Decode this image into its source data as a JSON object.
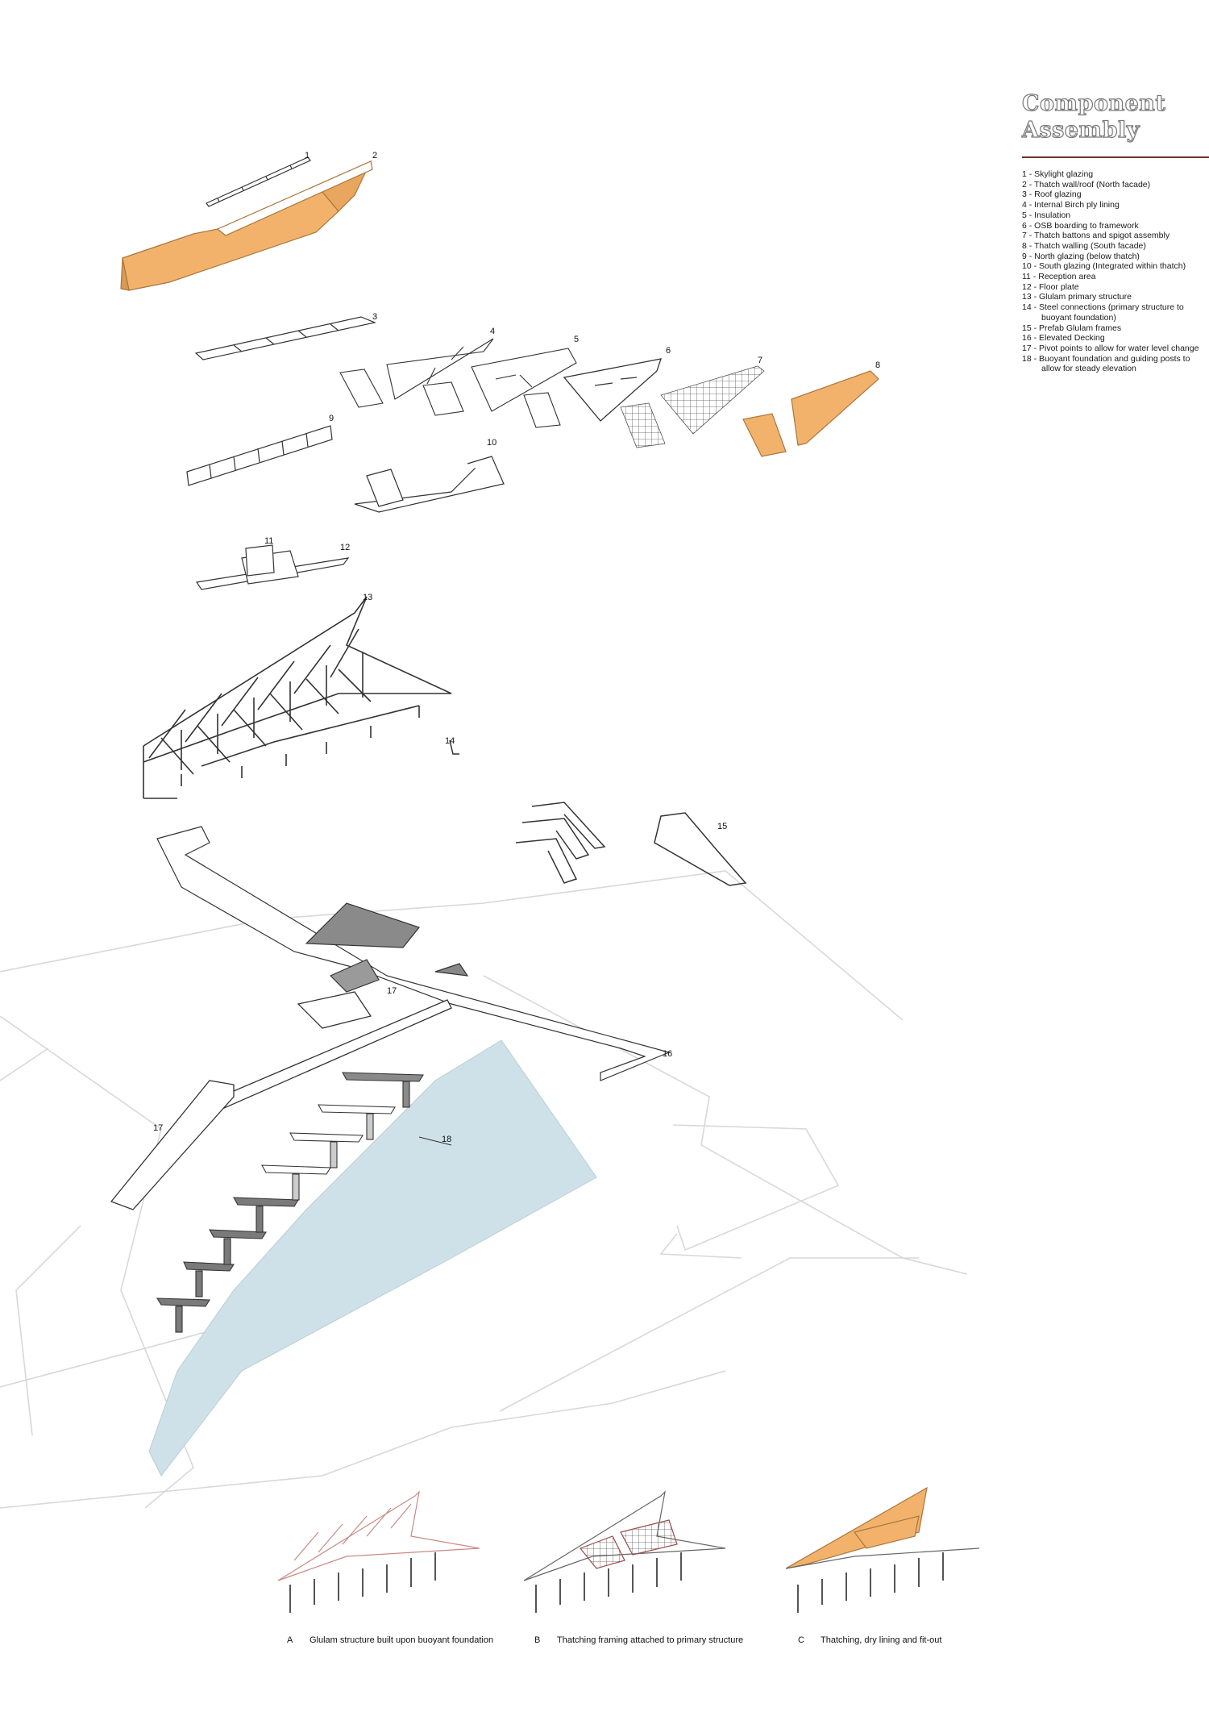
{
  "title": {
    "line1": "Component",
    "line2": "Assembly"
  },
  "legend": [
    {
      "text": "1 - Skylight glazing"
    },
    {
      "text": "2 - Thatch wall/roof (North facade)"
    },
    {
      "text": "3 - Roof glazing"
    },
    {
      "text": "4 - Internal Birch ply lining"
    },
    {
      "text": "5 - Insulation"
    },
    {
      "text": "6 - OSB boarding to framework"
    },
    {
      "text": "7 - Thatch battons and spigot assembly"
    },
    {
      "text": "8 - Thatch walling (South facade)"
    },
    {
      "text": "9 - North glazing (below thatch)"
    },
    {
      "text": "10 - South glazing (Integrated within thatch)"
    },
    {
      "text": "11 - Reception area"
    },
    {
      "text": "12 - Floor plate"
    },
    {
      "text": "13 - Glulam primary structure"
    },
    {
      "text": "14 - Steel connections (primary structure to",
      "cont": "buoyant foundation)"
    },
    {
      "text": "15 - Prefab Glulam frames"
    },
    {
      "text": "16 - Elevated Decking"
    },
    {
      "text": "17 - Pivot points to allow for water level change"
    },
    {
      "text": "18 - Buoyant foundation and guiding posts to",
      "cont": "allow for steady elevation"
    }
  ],
  "labels": {
    "n1": "1",
    "n2": "2",
    "n3": "3",
    "n4": "4",
    "n5": "5",
    "n6": "6",
    "n7": "7",
    "n8": "8",
    "n9": "9",
    "n10": "10",
    "n11": "11",
    "n12": "12",
    "n13": "13",
    "n14": "14",
    "n15": "15",
    "n16": "16",
    "n17a": "17",
    "n17b": "17",
    "n18": "18"
  },
  "captions": [
    {
      "letter": "A",
      "text": "Glulam structure built upon buoyant foundation"
    },
    {
      "letter": "B",
      "text": "Thatching framing attached to primary structure"
    },
    {
      "letter": "C",
      "text": "Thatching, dry lining and fit-out"
    }
  ],
  "colors": {
    "thatch": "#f3b26b",
    "thatch_edge": "#c98a45",
    "water": "#cfe1e8",
    "glulam_highlight": "#c98a86",
    "line": "#333333",
    "site_line": "#d6d6d6"
  }
}
